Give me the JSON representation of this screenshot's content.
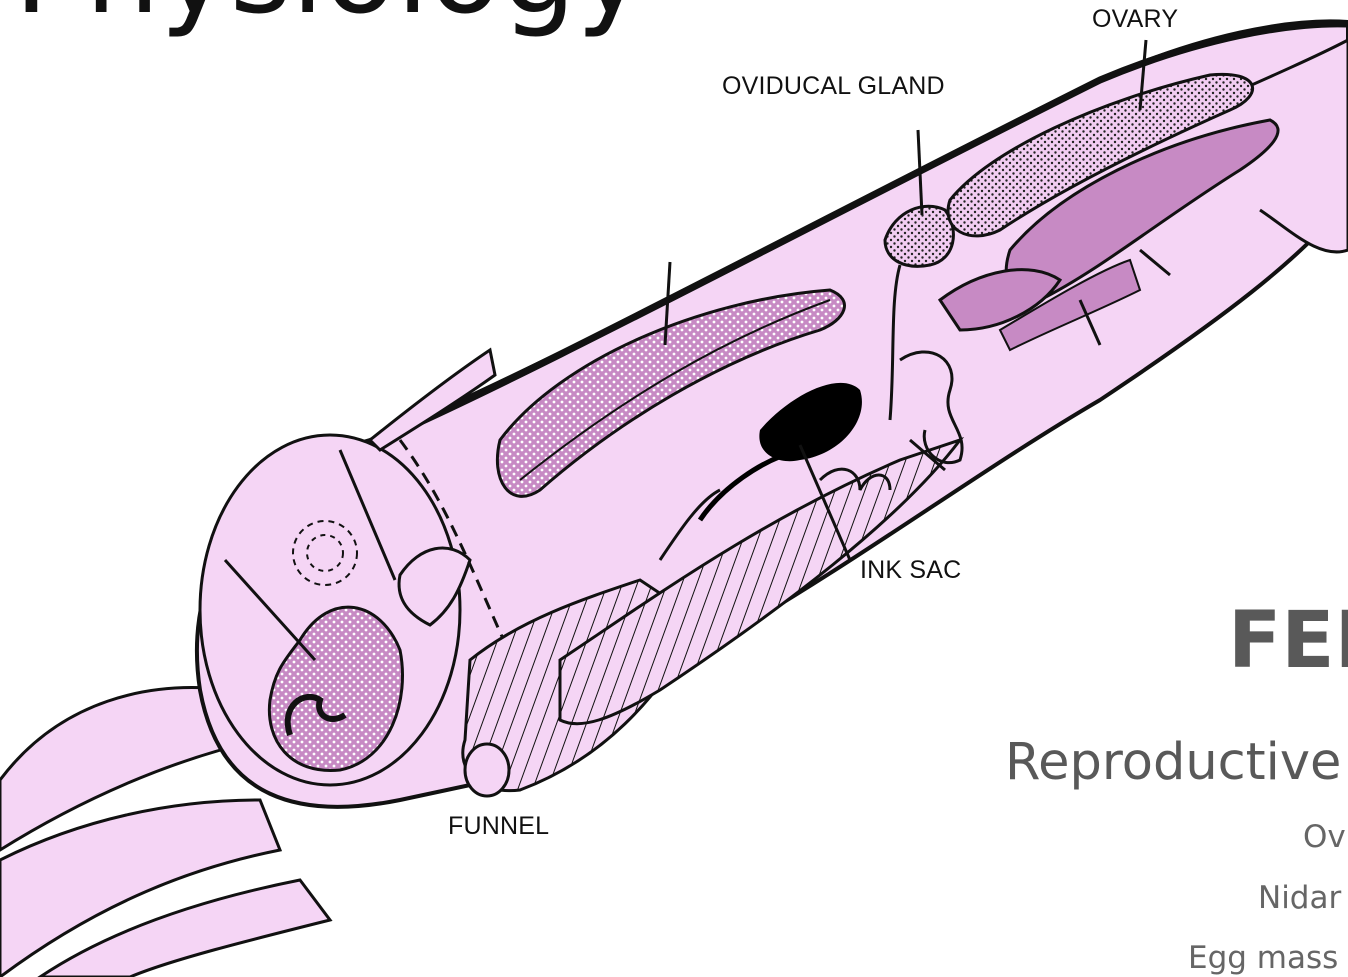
{
  "slide": {
    "title_partial": "Physiology",
    "heading": "FEMALE",
    "subheading": "Reproductive",
    "bullets": [
      "Ov",
      "Nidar",
      "Egg mass"
    ]
  },
  "diagram": {
    "labels": {
      "ovary": "OVARY",
      "oviducal_gland": "OVIDUCAL GLAND",
      "ink_sac": "INK SAC",
      "funnel": "FUNNEL"
    }
  },
  "colors": {
    "body_fill": "#f5d5f5",
    "organ_fill": "#c78ac4",
    "stipple_fill": "#efc6ef",
    "ink": "#000000",
    "outline": "#111111",
    "heading_gray": "#595959"
  }
}
